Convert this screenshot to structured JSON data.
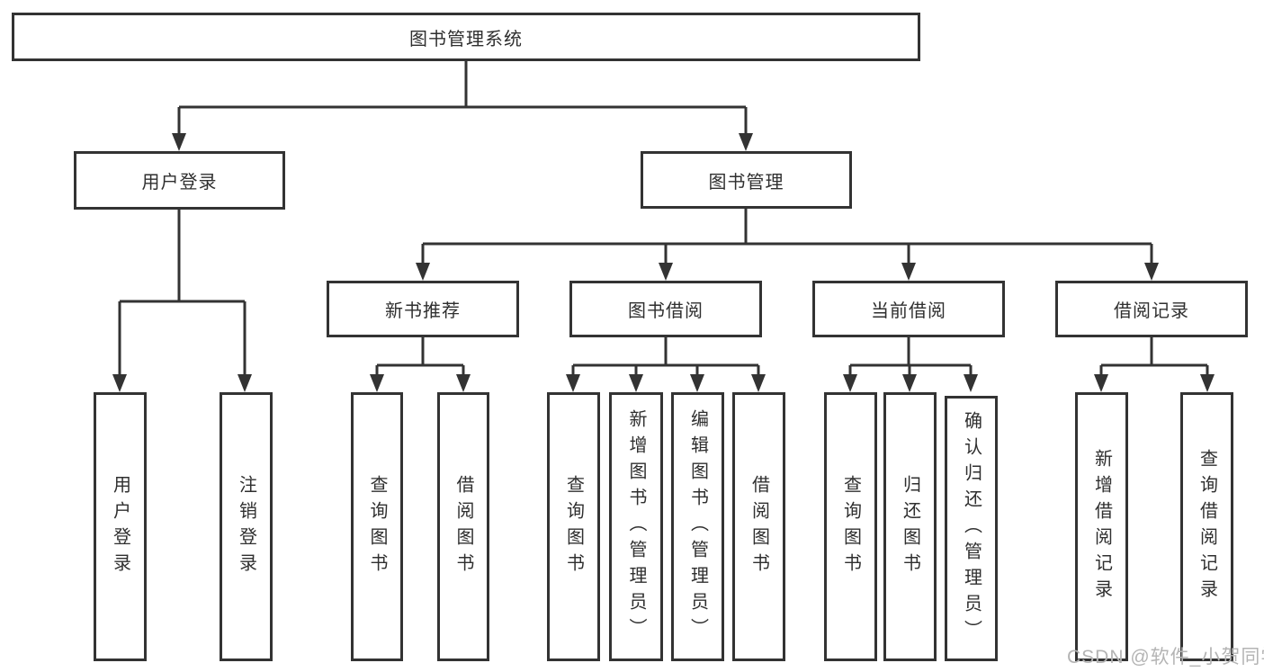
{
  "diagram_title": "图书管理系统",
  "tree": {
    "root": "图书管理系统",
    "branches": [
      {
        "label": "用户登录",
        "children": [
          "用户登录",
          "注销登录"
        ]
      },
      {
        "label": "图书管理",
        "sections": [
          {
            "label": "新书推荐",
            "children": [
              "查询图书",
              "借阅图书"
            ]
          },
          {
            "label": "图书借阅",
            "children": [
              "查询图书",
              "新增图书（管理员）",
              "编辑图书（管理员）",
              "借阅图书"
            ]
          },
          {
            "label": "当前借阅",
            "children": [
              "查询图书",
              "归还图书",
              "确认归还（管理员）"
            ]
          },
          {
            "label": "借阅记录",
            "children": [
              "新增借阅记录",
              "查询借阅记录"
            ]
          }
        ]
      }
    ]
  },
  "watermark": {
    "text": "CSDN @软件_小贺同学"
  },
  "colors": {
    "line": "#333333",
    "box_border": "#333333",
    "text": "#2f2f2f",
    "watermark": "#b4b4b4",
    "background": "#ffffff"
  }
}
